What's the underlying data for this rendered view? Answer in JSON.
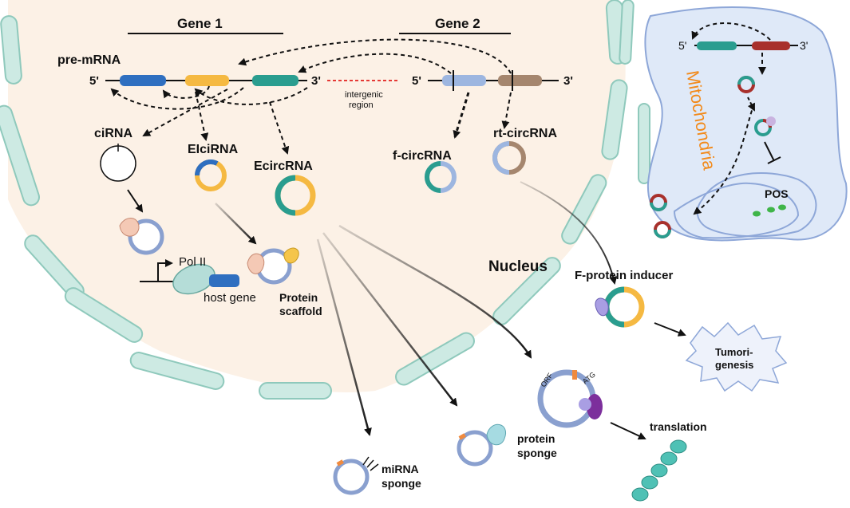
{
  "labels": {
    "gene1": "Gene 1",
    "gene2": "Gene 2",
    "pre_mrna": "pre-mRNA",
    "five_prime": "5'",
    "three_prime": "3'",
    "intergenic_1": "intergenic",
    "intergenic_2": "region",
    "cirna": "ciRNA",
    "elcirna": "EIciRNA",
    "ecircrna": "EcircRNA",
    "fcircrna": "f-circRNA",
    "rtcircrna": "rt-circRNA",
    "pol2": "Pol II",
    "host_gene": "host gene",
    "protein_scaffold_1": "Protein",
    "protein_scaffold_2": "scaffold",
    "nucleus": "Nucleus",
    "mitochondria": "Mitochondria",
    "pos": "POS",
    "f_protein_inducer": "F-protein inducer",
    "tumorigenesis_1": "Tumori-",
    "tumorigenesis_2": "genesis",
    "orf": "ORF",
    "atg": "ATG",
    "translation": "translation",
    "protein_sponge_1": "protein",
    "protein_sponge_2": "sponge",
    "mirna_sponge_1": "miRNA",
    "mirna_sponge_2": "sponge"
  },
  "colors": {
    "nucleus_fill": "#fcf1e6",
    "membrane": "#cdeae3",
    "membrane_stroke": "#8fc9bc",
    "exon_blue": "#2f6fc0",
    "exon_yellow": "#f5b942",
    "exon_teal": "#2a9d8f",
    "exon_lightblue": "#9db6e0",
    "exon_brown": "#a5866e",
    "exon_red": "#a8302c",
    "mito_fill": "#dfe9f8",
    "mito_stroke": "#8ea7d8",
    "ring": "#b8c7e6",
    "ring_stroke": "#6e84b3",
    "intergenic": "#e53935",
    "mito_text": "#f28a1b",
    "pos_dots": "#3fb549"
  }
}
